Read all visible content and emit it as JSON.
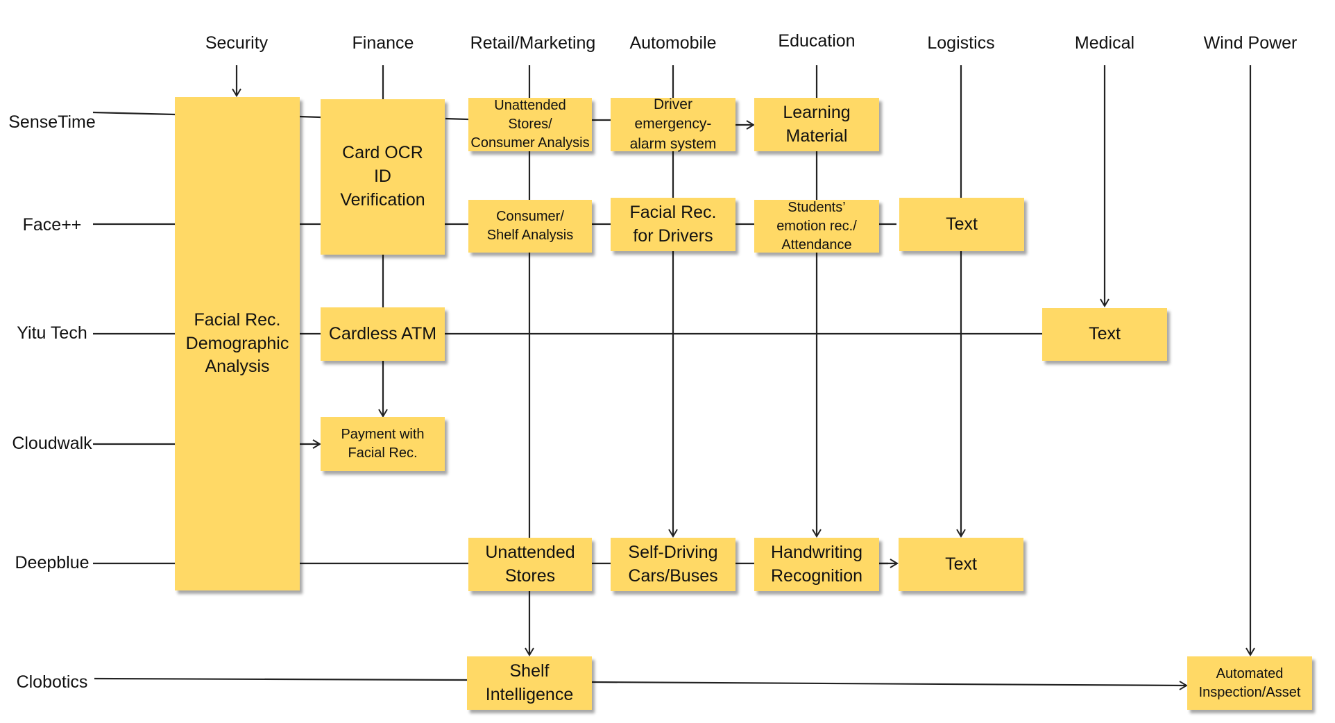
{
  "columns": [
    "Security",
    "Finance",
    "Retail/Marketing",
    "Automobile",
    "Education",
    "Logistics",
    "Medical",
    "Wind Power"
  ],
  "rows": [
    "SenseTime",
    "Face++",
    "Yitu Tech",
    "Cloudwalk",
    "Deepblue",
    "Clobotics"
  ],
  "boxes": {
    "security_main": "Facial Rec.\nDemographic\nAnalysis",
    "card_ocr": "Card OCR\nID\nVerification",
    "unattended_consumer": "Unattended\nStores/\nConsumer Analysis",
    "driver_alarm": "Driver\nemergency-\nalarm system",
    "learning_material": "Learning\nMaterial",
    "consumer_shelf": "Consumer/\nShelf Analysis",
    "facial_drivers": "Facial Rec.\nfor Drivers",
    "students_emotion": "Students’\nemotion rec./\nAttendance",
    "logistics_text_1": "Text",
    "cardless_atm": "Cardless ATM",
    "medical_text": "Text",
    "payment": "Payment with\nFacial Rec.",
    "unattended_stores": "Unattended\nStores",
    "self_driving": "Self-Driving\nCars/Buses",
    "handwriting": "Handwriting\nRecognition",
    "logistics_text_2": "Text",
    "shelf_intelligence": "Shelf\nIntelligence",
    "automated_inspection": "Automated\nInspection/Asset"
  },
  "colors": {
    "box_fill": "#FFD966",
    "line": "#222222"
  }
}
